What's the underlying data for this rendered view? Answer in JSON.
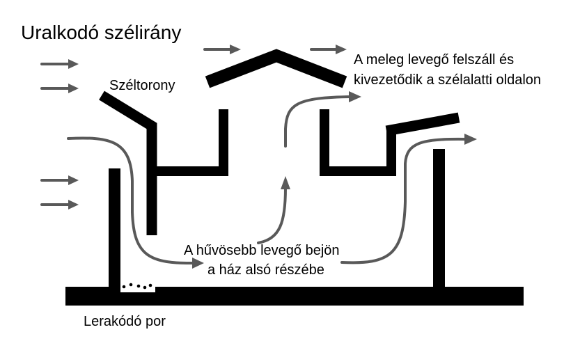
{
  "diagram": {
    "title": "Uralkodó szélirány",
    "labels": {
      "wind_tower": "Széltorony",
      "warm_air_line1": "A meleg levegő felszáll és",
      "warm_air_line2": "kivezetődik a szélalatti oldalon",
      "cool_air_line1": "A hűvösebb levegő bejön",
      "cool_air_line2": "a ház alsó részébe",
      "dust": "Lerakódó por"
    },
    "colors": {
      "structure": "#000000",
      "air_flow": "#595959",
      "background": "#ffffff"
    }
  }
}
